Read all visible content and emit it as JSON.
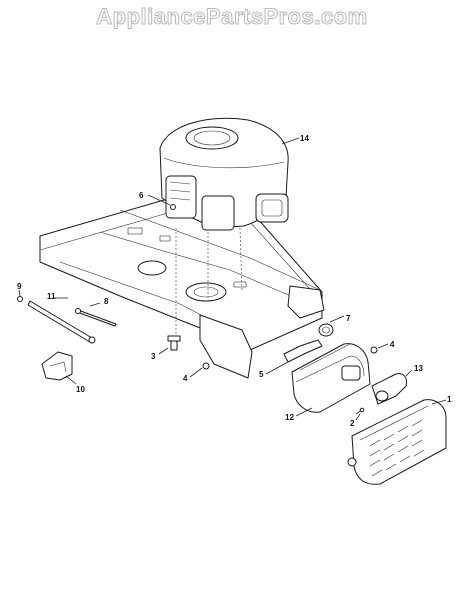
{
  "watermark": "AppliancePartsPros.com",
  "callouts": {
    "c14": "14",
    "c6": "6",
    "c9": "9",
    "c11": "11",
    "c8": "8",
    "c7": "7",
    "c3": "3",
    "c4a": "4",
    "c4b": "4",
    "c5": "5",
    "c13": "13",
    "c12": "12",
    "c2": "2",
    "c1": "1",
    "c10": "10"
  }
}
